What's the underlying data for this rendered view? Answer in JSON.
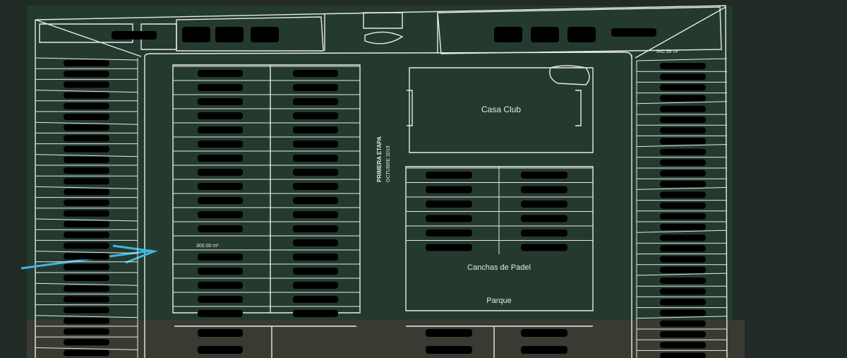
{
  "map": {
    "labels": {
      "casa_club": "Casa Club",
      "canchas": "Canchas de Padel",
      "parque": "Parque",
      "primera_etapa": "PRIMERA ETAPA",
      "fecha_etapa": "OCTUBRE 2019",
      "area_lote_destacado": "300.00 m²",
      "area_esquina": "640.58 m²"
    },
    "colors": {
      "background": "#1f2b24",
      "plan_bg": "#253a2f",
      "line": "#e8ece6",
      "arrow": "#3fb5e6",
      "lower_band": "#3a3a33"
    },
    "icons": {
      "pointer": "arrow-icon"
    }
  }
}
